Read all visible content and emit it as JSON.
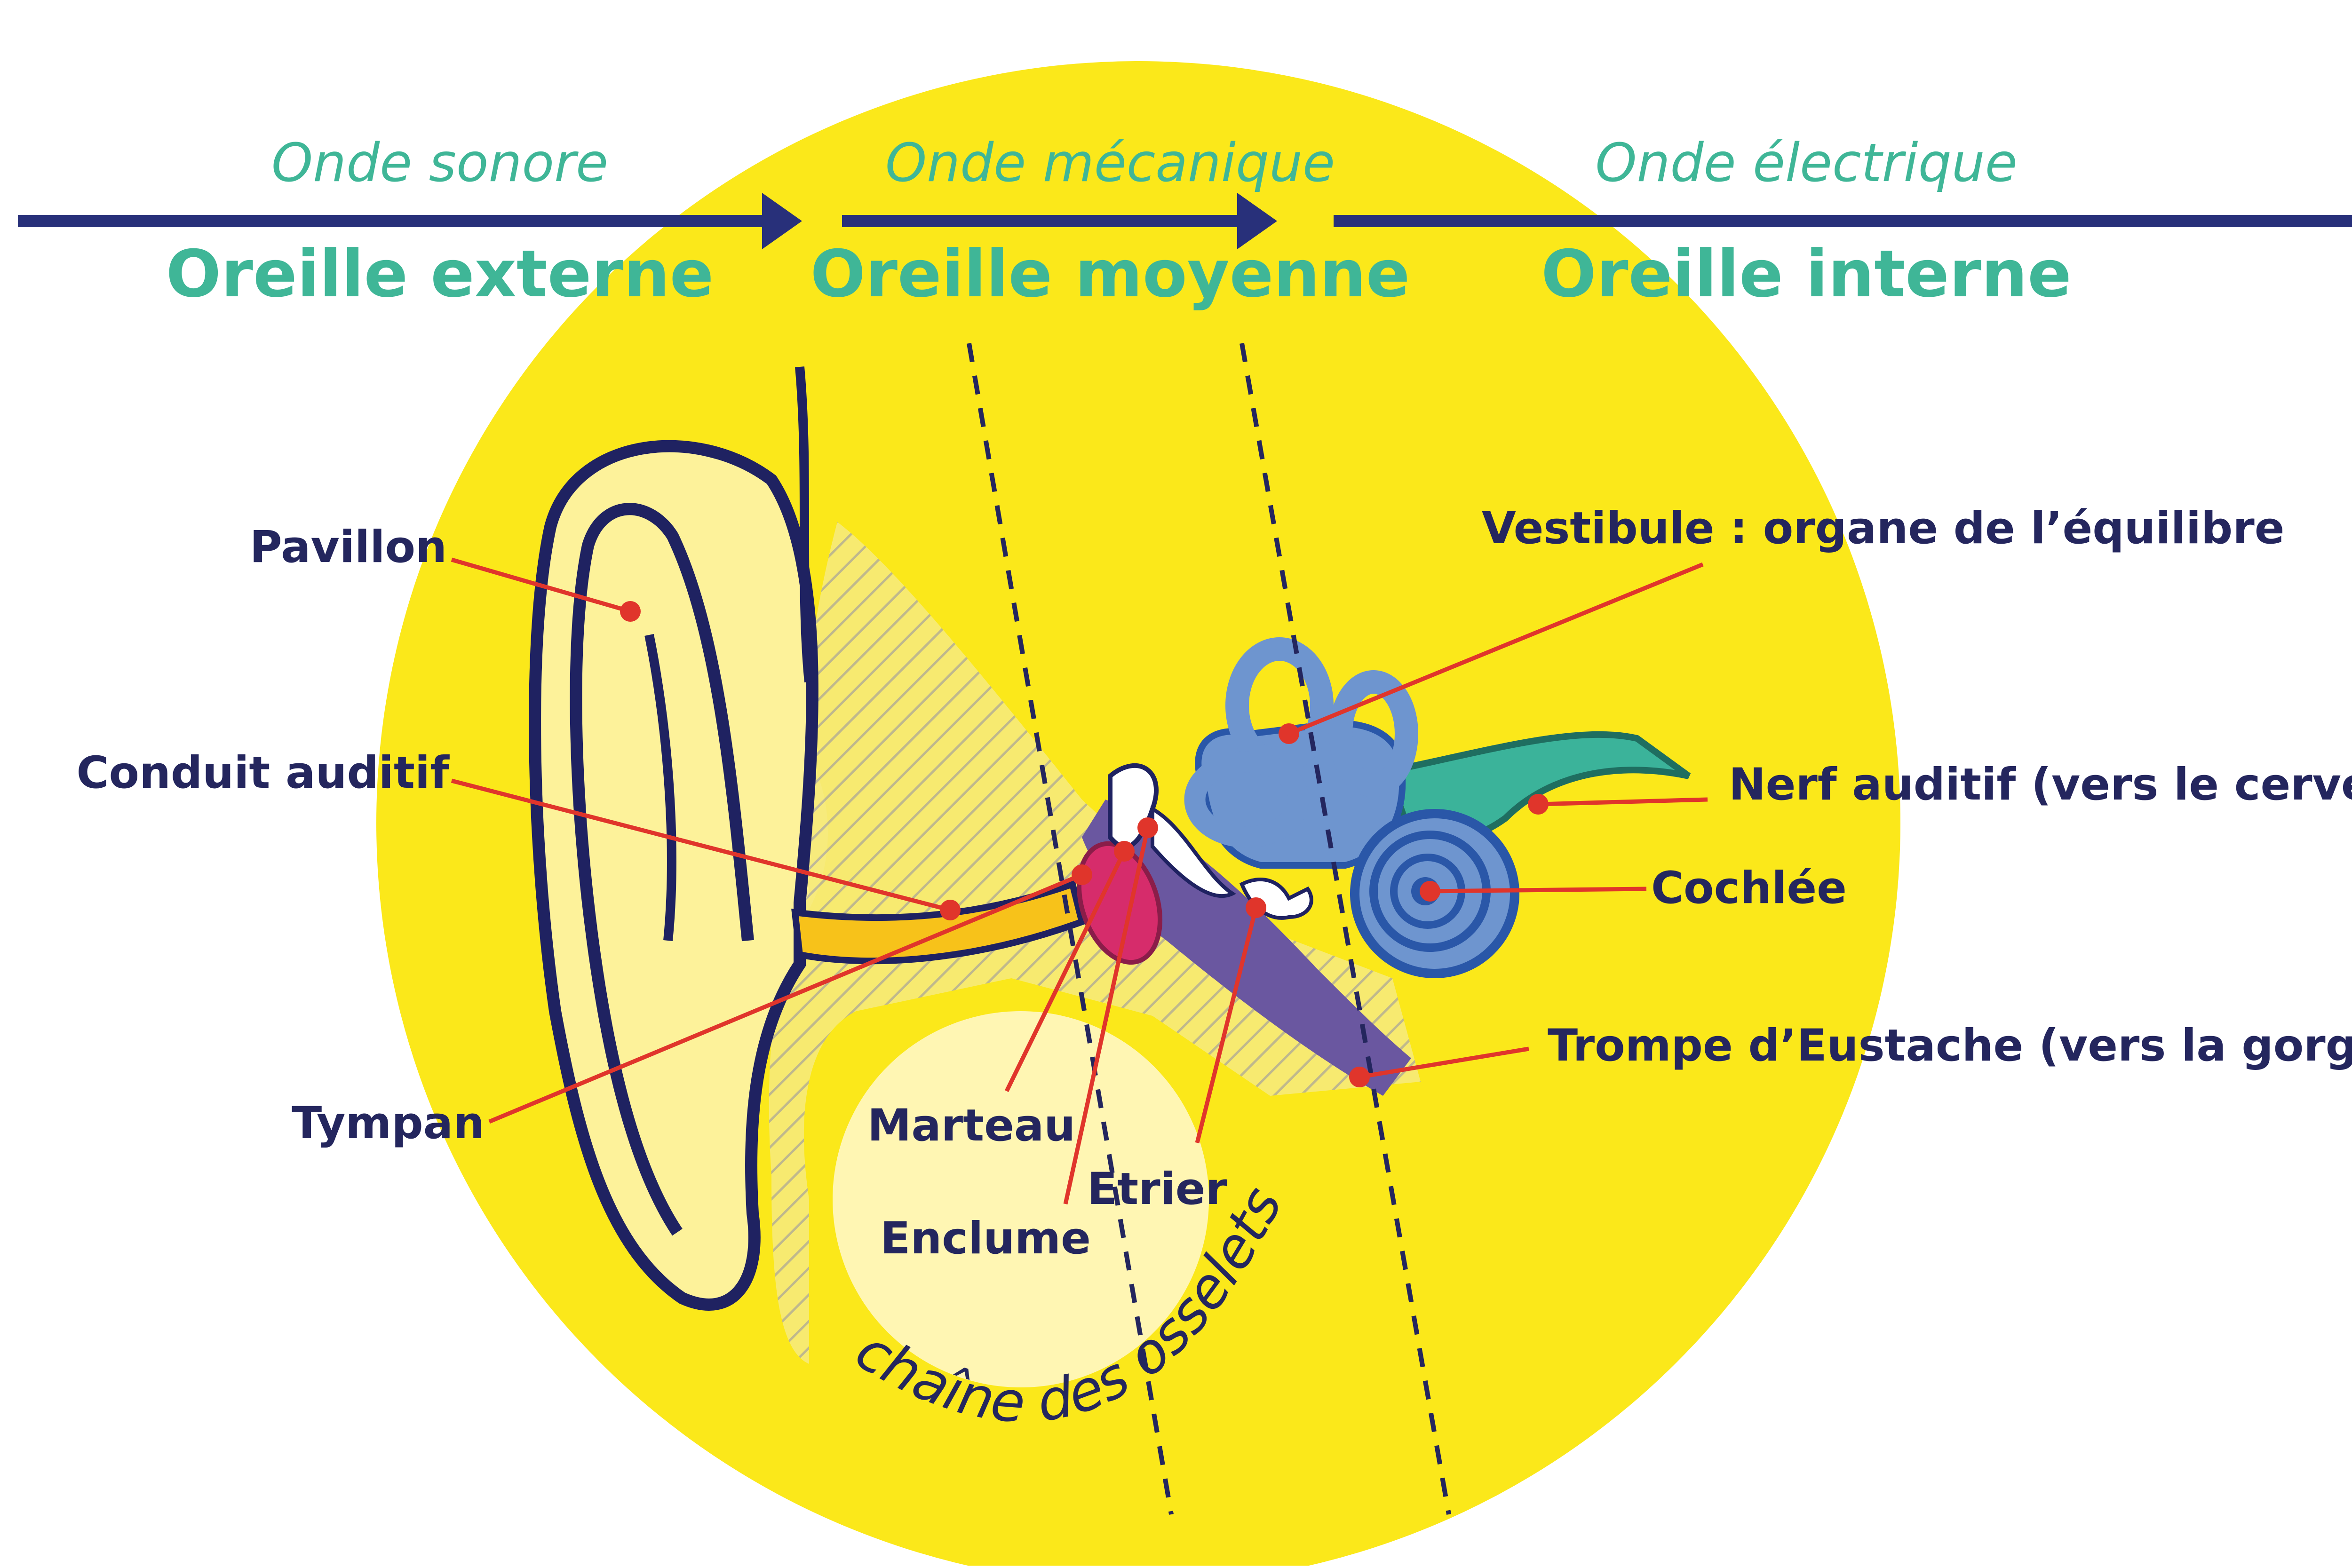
{
  "colors": {
    "background": "#ffffff",
    "circle": "#fbe81a",
    "arrow": "#28307a",
    "teal_text": "#3fb697",
    "label_text": "#24265e",
    "leader_line": "#e0352b",
    "ear_outline": "#1f2261",
    "cochlea_blue": "#6e95cf",
    "cochlea_dark": "#2a57a8",
    "nerve_green": "#3bb39a",
    "tube_purple": "#6a57a0",
    "tympan_pink": "#d62c6b"
  },
  "waves": {
    "outer": "Onde sonore",
    "middle": "Onde mécanique",
    "inner": "Onde électrique"
  },
  "sections": {
    "outer": "Oreille externe",
    "middle": "Oreille moyenne",
    "inner": "Oreille interne"
  },
  "labels": {
    "pavillon": "Pavillon",
    "conduit": "Conduit auditif",
    "tympan": "Tympan",
    "marteau": "Marteau",
    "enclume": "Enclume",
    "etrier": "Etrier",
    "vestibule": "Vestibule : organe de l’équilibre",
    "nerf": "Nerf auditif (vers le cerveau)",
    "cochlee": "Cochlée",
    "trompe": "Trompe d’Eustache (vers la gorge)",
    "chaine": "chaîne des osselets"
  }
}
